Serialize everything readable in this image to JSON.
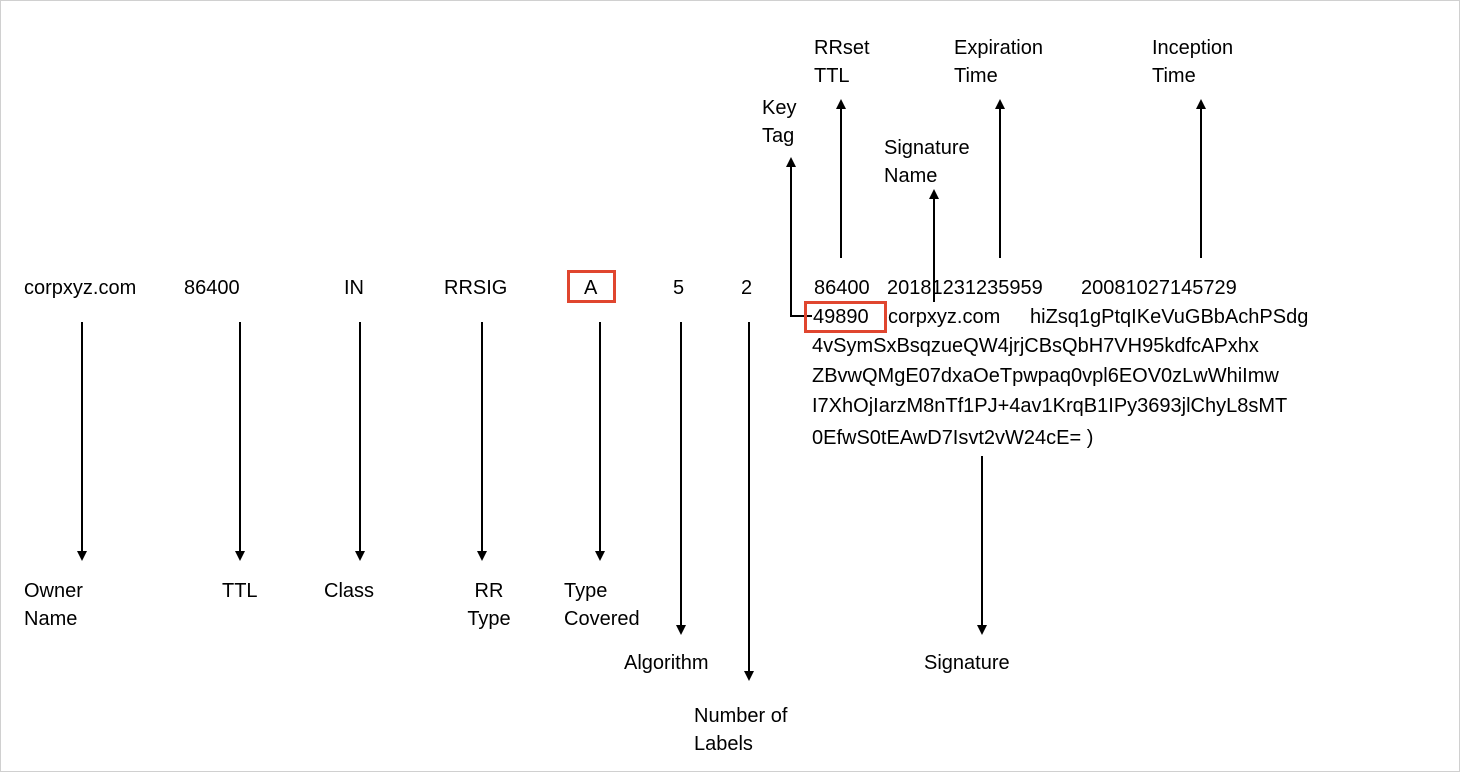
{
  "record": {
    "owner": "corpxyz.com",
    "ttl": "86400",
    "class": "IN",
    "rr_type": "RRSIG",
    "type_covered": "A",
    "algorithm": "5",
    "labels": "2",
    "rrset_ttl": "86400",
    "expiration": "20181231235959",
    "inception": "20081027145729",
    "key_tag": "49890",
    "signer": "corpxyz.com",
    "sig_part": "hiZsq1gPtqIKeVuGBbAchPSdg",
    "signature_lines": [
      "4vSymSxBsqzueQW4jrjCBsQbH7VH95kdfcAPxhx",
      "ZBvwQMgE07dxaOeTpwpaq0vpl6EOV0zLwWhiImw",
      "I7XhOjIarzM8nTf1PJ+4av1KrqB1IPy3693jlChyL8sMT",
      "0EfwS0tEAwD7Isvt2vW24cE= )"
    ]
  },
  "labels": {
    "owner_name": [
      "Owner",
      "Name"
    ],
    "ttl": [
      "TTL"
    ],
    "class": [
      "Class"
    ],
    "rr_type": [
      "RR",
      "Type"
    ],
    "type_covered": [
      "Type",
      "Covered"
    ],
    "algorithm": [
      "Algorithm"
    ],
    "number_of_labels": [
      "Number of",
      "Labels"
    ],
    "signature": [
      "Signature"
    ],
    "key_tag": [
      "Key",
      "Tag"
    ],
    "rrset_ttl": [
      "RRset",
      "TTL"
    ],
    "signature_name": [
      "Signature",
      "Name"
    ],
    "expiration_time": [
      "Expiration",
      "Time"
    ],
    "inception_time": [
      "Inception",
      "Time"
    ]
  },
  "colors": {
    "highlight": "#e0462f",
    "arrow": "#000000"
  }
}
